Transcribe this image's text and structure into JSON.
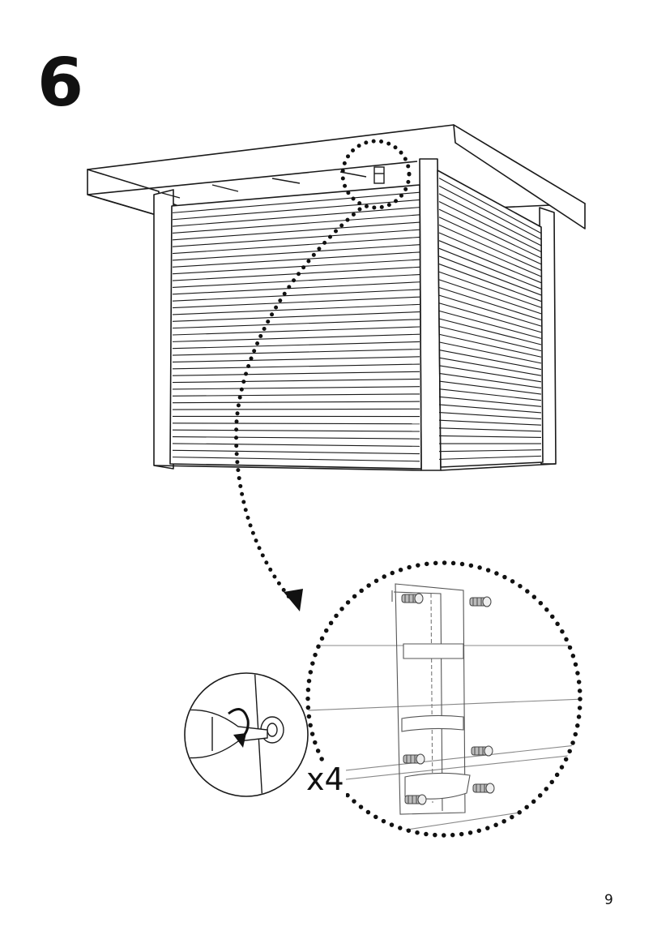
{
  "page": {
    "step_number": "6",
    "page_number": "9",
    "quantity_label": "x4"
  },
  "colors": {
    "line": "#1a1a1a",
    "background": "#ffffff"
  },
  "icons": {
    "detail": "magnified-bracket-detail",
    "tool": "screwdriver-rotate-icon",
    "screw": "screw-icon"
  }
}
